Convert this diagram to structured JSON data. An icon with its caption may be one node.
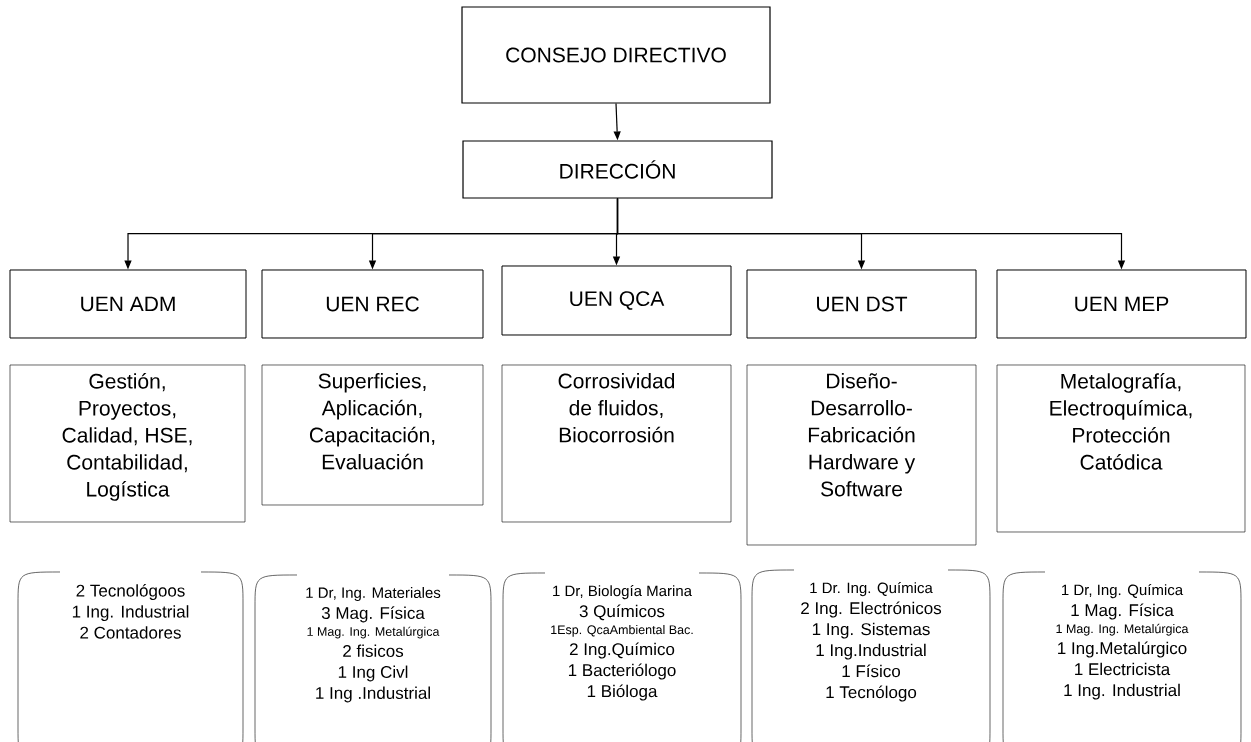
{
  "diagram": {
    "nodes": [
      {
        "text": [
          "CONSEJO DIRECTIVO"
        ]
      },
      {
        "text": [
          "DIRECCIÓN"
        ]
      },
      {
        "text": [
          "UEN ADM"
        ]
      },
      {
        "text": [
          "UEN REC"
        ]
      },
      {
        "text": [
          "UEN QCA"
        ]
      },
      {
        "text": [
          "UEN DST"
        ]
      },
      {
        "text": [
          "UEN MEP"
        ]
      },
      {
        "text": [
          "Gestión, Proyectos, Calidad, HSE, Contabilidad, Logística"
        ]
      },
      {
        "text": [
          "Superficies, Aplicación, Capacitación, Evaluación"
        ]
      },
      {
        "text": [
          "Corrosividad de fluidos, Biocorrosión"
        ]
      },
      {
        "text": [
          "Diseño-Desarrollo-Fabricación Hardware y Software"
        ]
      },
      {
        "text": [
          "Metalografía, Electroquímica, Protección Catódica"
        ]
      },
      {
        "text": [
          "2 Tecnológoos",
          "1 Ing. Industrial",
          "2 Contadores"
        ]
      },
      {
        "text": [
          "1 Dr, Ing. Materiales",
          "3 Mag. Física",
          "1 Mag. Ing. Metalúrgica",
          "2 fisicos",
          "1 Ing Civl",
          "1 Ing .Industrial"
        ]
      },
      {
        "text": [
          "1 Dr, Biología Marina",
          "3 Químicos",
          "1Esp. QcaAmbiental Bac.",
          "2 Ing.Químico",
          "1 Bacteriólogo",
          "1 Bióloga"
        ]
      },
      {
        "text": [
          "1 Dr. Ing. Química",
          "2 Ing. Electrónicos",
          "1 Ing. Sistemas",
          "1 Ing.Industrial",
          "1 Físico",
          "1 Tecnólogo"
        ]
      },
      {
        "text": [
          "1 Dr, Ing. Química",
          "1 Mag. Física",
          "1 Mag. Ing. Metalúrgica",
          "1 Ing.Metalúrgico",
          "1 Electricista",
          "1 Ing. Industrial"
        ]
      }
    ],
    "edges": [
      {
        "from": 0,
        "to": 1,
        "arrow": "to"
      },
      {
        "from": 1,
        "to": 2,
        "arrow": "to"
      },
      {
        "from": 1,
        "to": 3,
        "arrow": "to"
      },
      {
        "from": 1,
        "to": 4,
        "arrow": "to"
      },
      {
        "from": 1,
        "to": 5,
        "arrow": "to"
      },
      {
        "from": 1,
        "to": 6,
        "arrow": "to"
      }
    ]
  }
}
